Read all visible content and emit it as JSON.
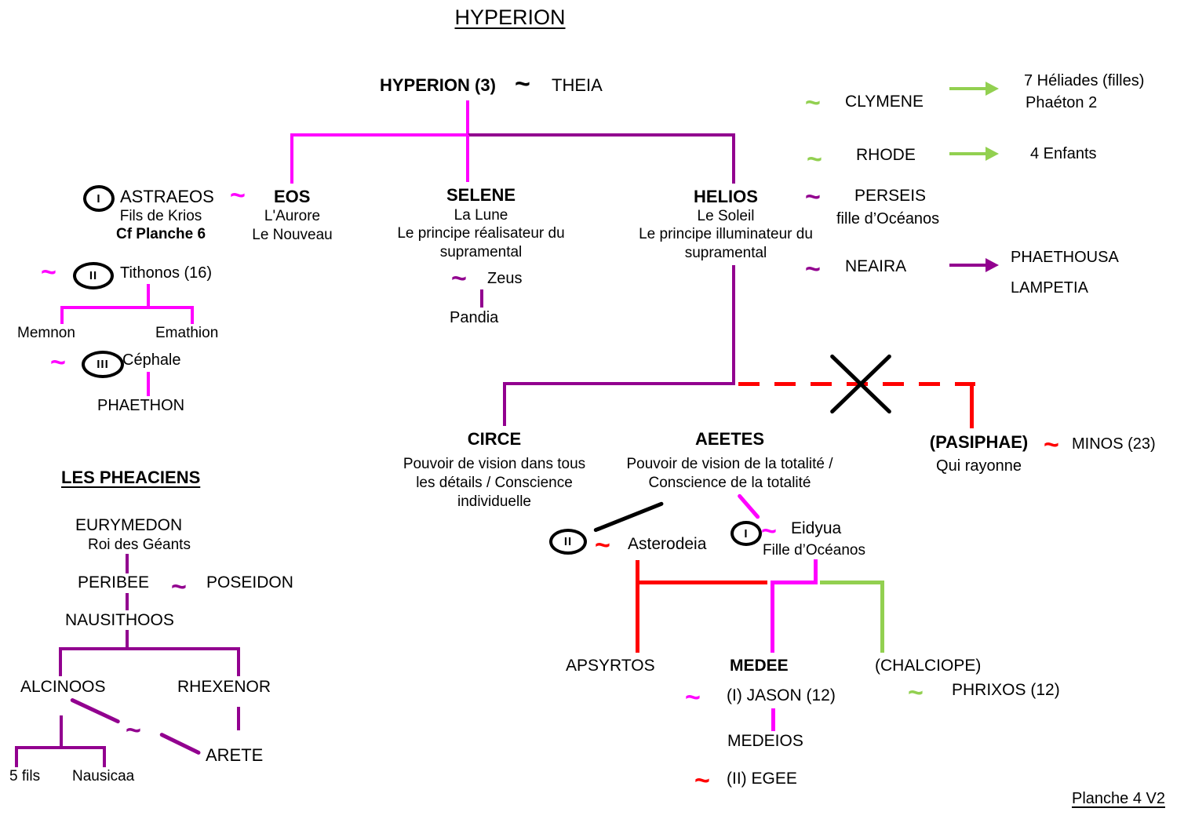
{
  "title": "HYPERION",
  "footer": "Planche 4 V2",
  "tilde": "~",
  "colors": {
    "magenta": "#FF00FF",
    "purple": "#92008F",
    "red": "#FF0000",
    "green": "#92D050"
  },
  "root": {
    "husband": "HYPERION (3)",
    "wife": "THEIA"
  },
  "eos_group": {
    "astraeos_rank": "I",
    "astraeos": "ASTRAEOS",
    "astraeos_sub1": "Fils de Krios",
    "astraeos_sub2": "Cf Planche 6",
    "eos": "EOS",
    "eos_sub1": "L'Aurore",
    "eos_sub2": "Le Nouveau",
    "tithonos_rank": "II",
    "tithonos": "Tithonos (16)",
    "memnon": "Memnon",
    "emathion": "Emathion",
    "cephale_rank": "III",
    "cephale": "Céphale",
    "phaethon": "PHAETHON"
  },
  "selene_group": {
    "selene": "SELENE",
    "sub1": "La Lune",
    "sub2": "Le principe réalisateur du",
    "sub3": "supramental",
    "zeus": "Zeus",
    "pandia": "Pandia"
  },
  "helios_group": {
    "helios": "HELIOS",
    "sub1": "Le Soleil",
    "sub2": "Le principe illuminateur du",
    "sub3": "supramental"
  },
  "spouses": {
    "clymene": "CLYMENE",
    "clymene_result1": "7 Héliades (filles)",
    "clymene_result2": "Phaéton 2",
    "rhode": "RHODE",
    "rhode_result": "4 Enfants",
    "perseis": "PERSEIS",
    "perseis_sub": "fille d’Océanos",
    "neaira": "NEAIRA",
    "neaira_result1": "PHAETHOUSA",
    "neaira_result2": "LAMPETIA"
  },
  "circe": {
    "name": "CIRCE",
    "desc1": "Pouvoir de vision dans tous",
    "desc2": "les détails / Conscience",
    "desc3": "individuelle"
  },
  "aeetes": {
    "name": "AEETES",
    "desc1": "Pouvoir de vision de la totalité /",
    "desc2": "Conscience de la totalité"
  },
  "pasiphae": {
    "name": "(PASIPHAE)",
    "sub": "Qui rayonne",
    "spouse": "MINOS (23)"
  },
  "wives": {
    "asterodeia_rank": "II",
    "asterodeia": "Asterodeia",
    "eidyua_rank": "I",
    "eidyua": "Eidyua",
    "eidyua_sub": "Fille d’Océanos"
  },
  "children": {
    "apsyrtos": "APSYRTOS",
    "medee": "MEDEE",
    "chalciope": "(CHALCIOPE)",
    "jason": "(I) JASON (12)",
    "medeios": "MEDEIOS",
    "egee": "(II) EGEE",
    "phrixos": "PHRIXOS (12)"
  },
  "pheaciens": {
    "title": "LES PHEACIENS",
    "eurymedon": "EURYMEDON",
    "eurymedon_sub": "Roi des Géants",
    "peribee": "PERIBEE",
    "poseidon": "POSEIDON",
    "nausithoos": "NAUSITHOOS",
    "alcinoos": "ALCINOOS",
    "rhexenor": "RHEXENOR",
    "arete": "ARETE",
    "five_sons": "5 fils",
    "nausicaa": "Nausicaa"
  }
}
